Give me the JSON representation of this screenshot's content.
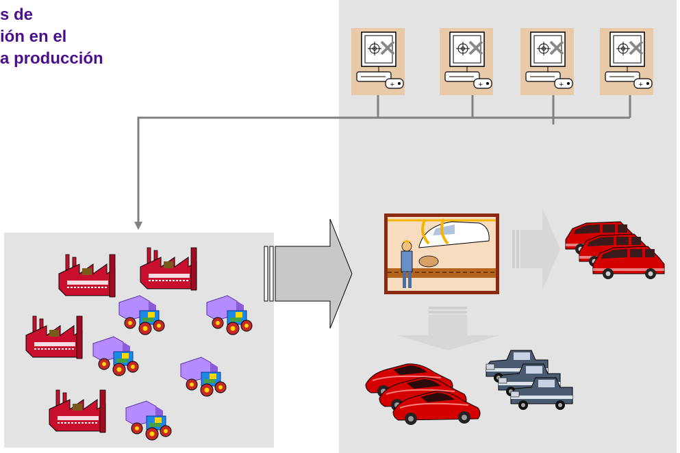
{
  "title": {
    "line1": "s de",
    "line2": "ión en el",
    "line3": "a producción"
  },
  "colors": {
    "title": "#4b0f8c",
    "panel": "#e3e3e3",
    "connector": "#808080",
    "factory": "#c8102e",
    "car": "#d40000",
    "computer_bg": "#e8c9a8"
  },
  "icons": {
    "computers": [
      "computer-icon",
      "computer-icon",
      "computer-icon",
      "computer-icon"
    ],
    "factories": [
      "factory-icon",
      "factory-icon",
      "factory-icon",
      "factory-icon"
    ],
    "toy_trucks": [
      "toy-truck-icon",
      "toy-truck-icon",
      "toy-truck-icon",
      "toy-truck-icon",
      "toy-truck-icon"
    ],
    "assembly": "assembly-line-icon",
    "outputs": [
      "minivans-icon",
      "sports-cars-icon",
      "pickup-trucks-icon"
    ]
  }
}
